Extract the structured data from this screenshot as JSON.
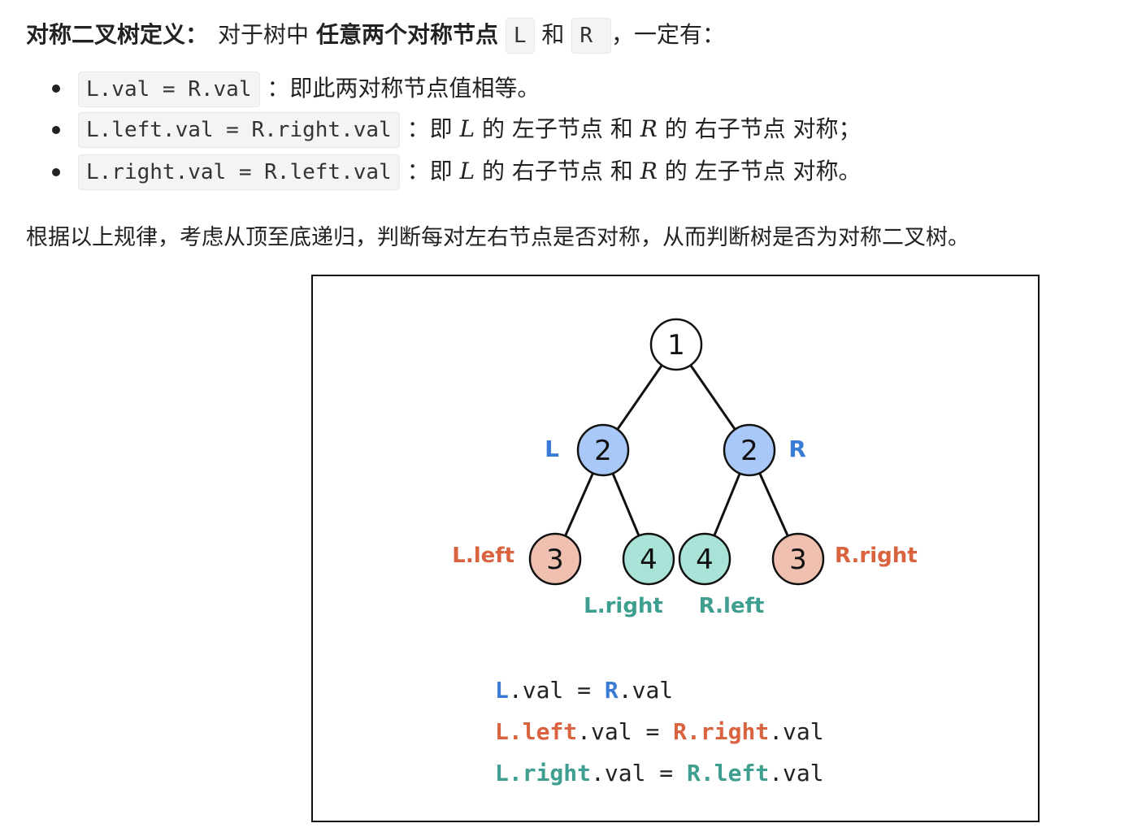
{
  "definition": {
    "title": "对称二叉树定义：",
    "t1": "对于树中",
    "bold": "任意两个对称节点",
    "nodeL": "L",
    "and": "和",
    "nodeR": "R",
    "t2": "，一定有："
  },
  "bullets": [
    {
      "code": "L.val = R.val",
      "text": "：即此两对称节点值相等。"
    },
    {
      "code": "L.left.val = R.right.val",
      "sep": "：即",
      "m1": "L",
      "p1": "的 左子节点 和",
      "m2": "R",
      "p2": "的 右子节点 对称；"
    },
    {
      "code": "L.right.val = R.left.val",
      "sep": "：即",
      "m1": "L",
      "p1": "的 右子节点 和",
      "m2": "R",
      "p2": "的 左子节点 对称。"
    }
  ],
  "summary": "根据以上规律，考虑从顶至底递归，判断每对左右节点是否对称，从而判断树是否为对称二叉树。",
  "tree": {
    "root": "1",
    "left": "2",
    "right": "2",
    "ll": "3",
    "lr": "4",
    "rl": "4",
    "rr": "3",
    "label_L": "L",
    "label_R": "R",
    "label_ll": {
      "obj": "L",
      "field": ".left"
    },
    "label_lr": {
      "obj": "L",
      "field": ".right"
    },
    "label_rl": {
      "obj": "R",
      "field": ".left"
    },
    "label_rr": {
      "obj": "R",
      "field": ".right"
    }
  },
  "equations": [
    {
      "lobj": "L",
      "lfield": "",
      "lsuffix": ".val",
      "eq": " = ",
      "robj": "R",
      "rfield": "",
      "rsuffix": ".val"
    },
    {
      "lobj": "L",
      "lfield": ".left",
      "lsuffix": ".val",
      "eq": " = ",
      "robj": "R",
      "rfield": ".right",
      "rsuffix": ".val"
    },
    {
      "lobj": "L",
      "lfield": ".right",
      "lsuffix": ".val",
      "eq": " = ",
      "robj": "R",
      "rfield": ".left",
      "rsuffix": ".val"
    }
  ],
  "colors": {
    "blue": "#3a7bd5",
    "orange": "#d9623f",
    "teal": "#3e9e8f",
    "node_blue": "#a8c8f8",
    "node_orange": "#efc0b0",
    "node_teal": "#a9e2d7"
  }
}
